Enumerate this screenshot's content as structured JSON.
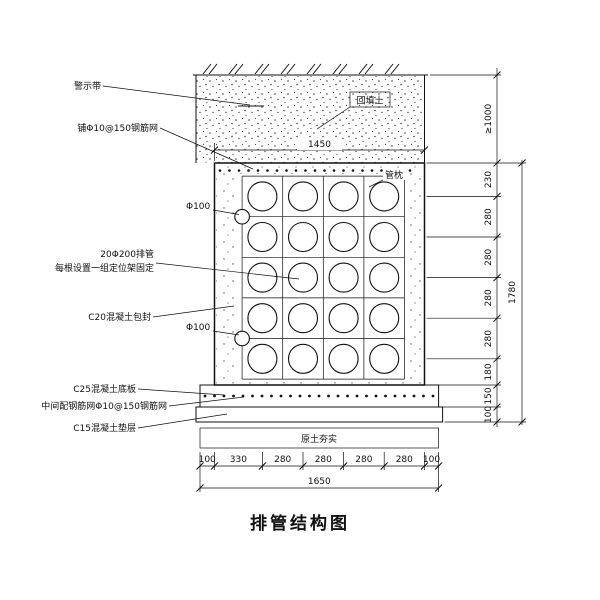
{
  "page_title": "排管结构图",
  "labels": {
    "warning_tape": "警示带",
    "backfill": "回填土",
    "top_mesh": "铺Φ10@150钢筋网",
    "pipe_pillow": "管枕",
    "phi100_upper": "Φ100",
    "phi100_lower": "Φ100",
    "pipes_line1": "20Φ200排管",
    "pipes_line2": "每根设置一组定位架固定",
    "encasement": "C20混凝土包封",
    "base_slab": "C25混凝土底板",
    "mid_mesh": "中间配钢筋网Φ10@150钢筋网",
    "cushion": "C15混凝土垫层",
    "compacted_soil": "原土夯实"
  },
  "dimensions": {
    "top_width": "1450",
    "bottom_segments": [
      "100",
      "330",
      "280",
      "280",
      "280",
      "280",
      "100"
    ],
    "bottom_total": "1650",
    "right_segments": [
      "≥1000",
      "230",
      "280",
      "280",
      "280",
      "280",
      "180",
      "150",
      "100"
    ],
    "right_total": "1780"
  },
  "drawing": {
    "pipe_rows": 5,
    "pipe_cols": 4,
    "pipe_count": 20,
    "line_color": "#1a1a1a",
    "background": "#ffffff"
  }
}
